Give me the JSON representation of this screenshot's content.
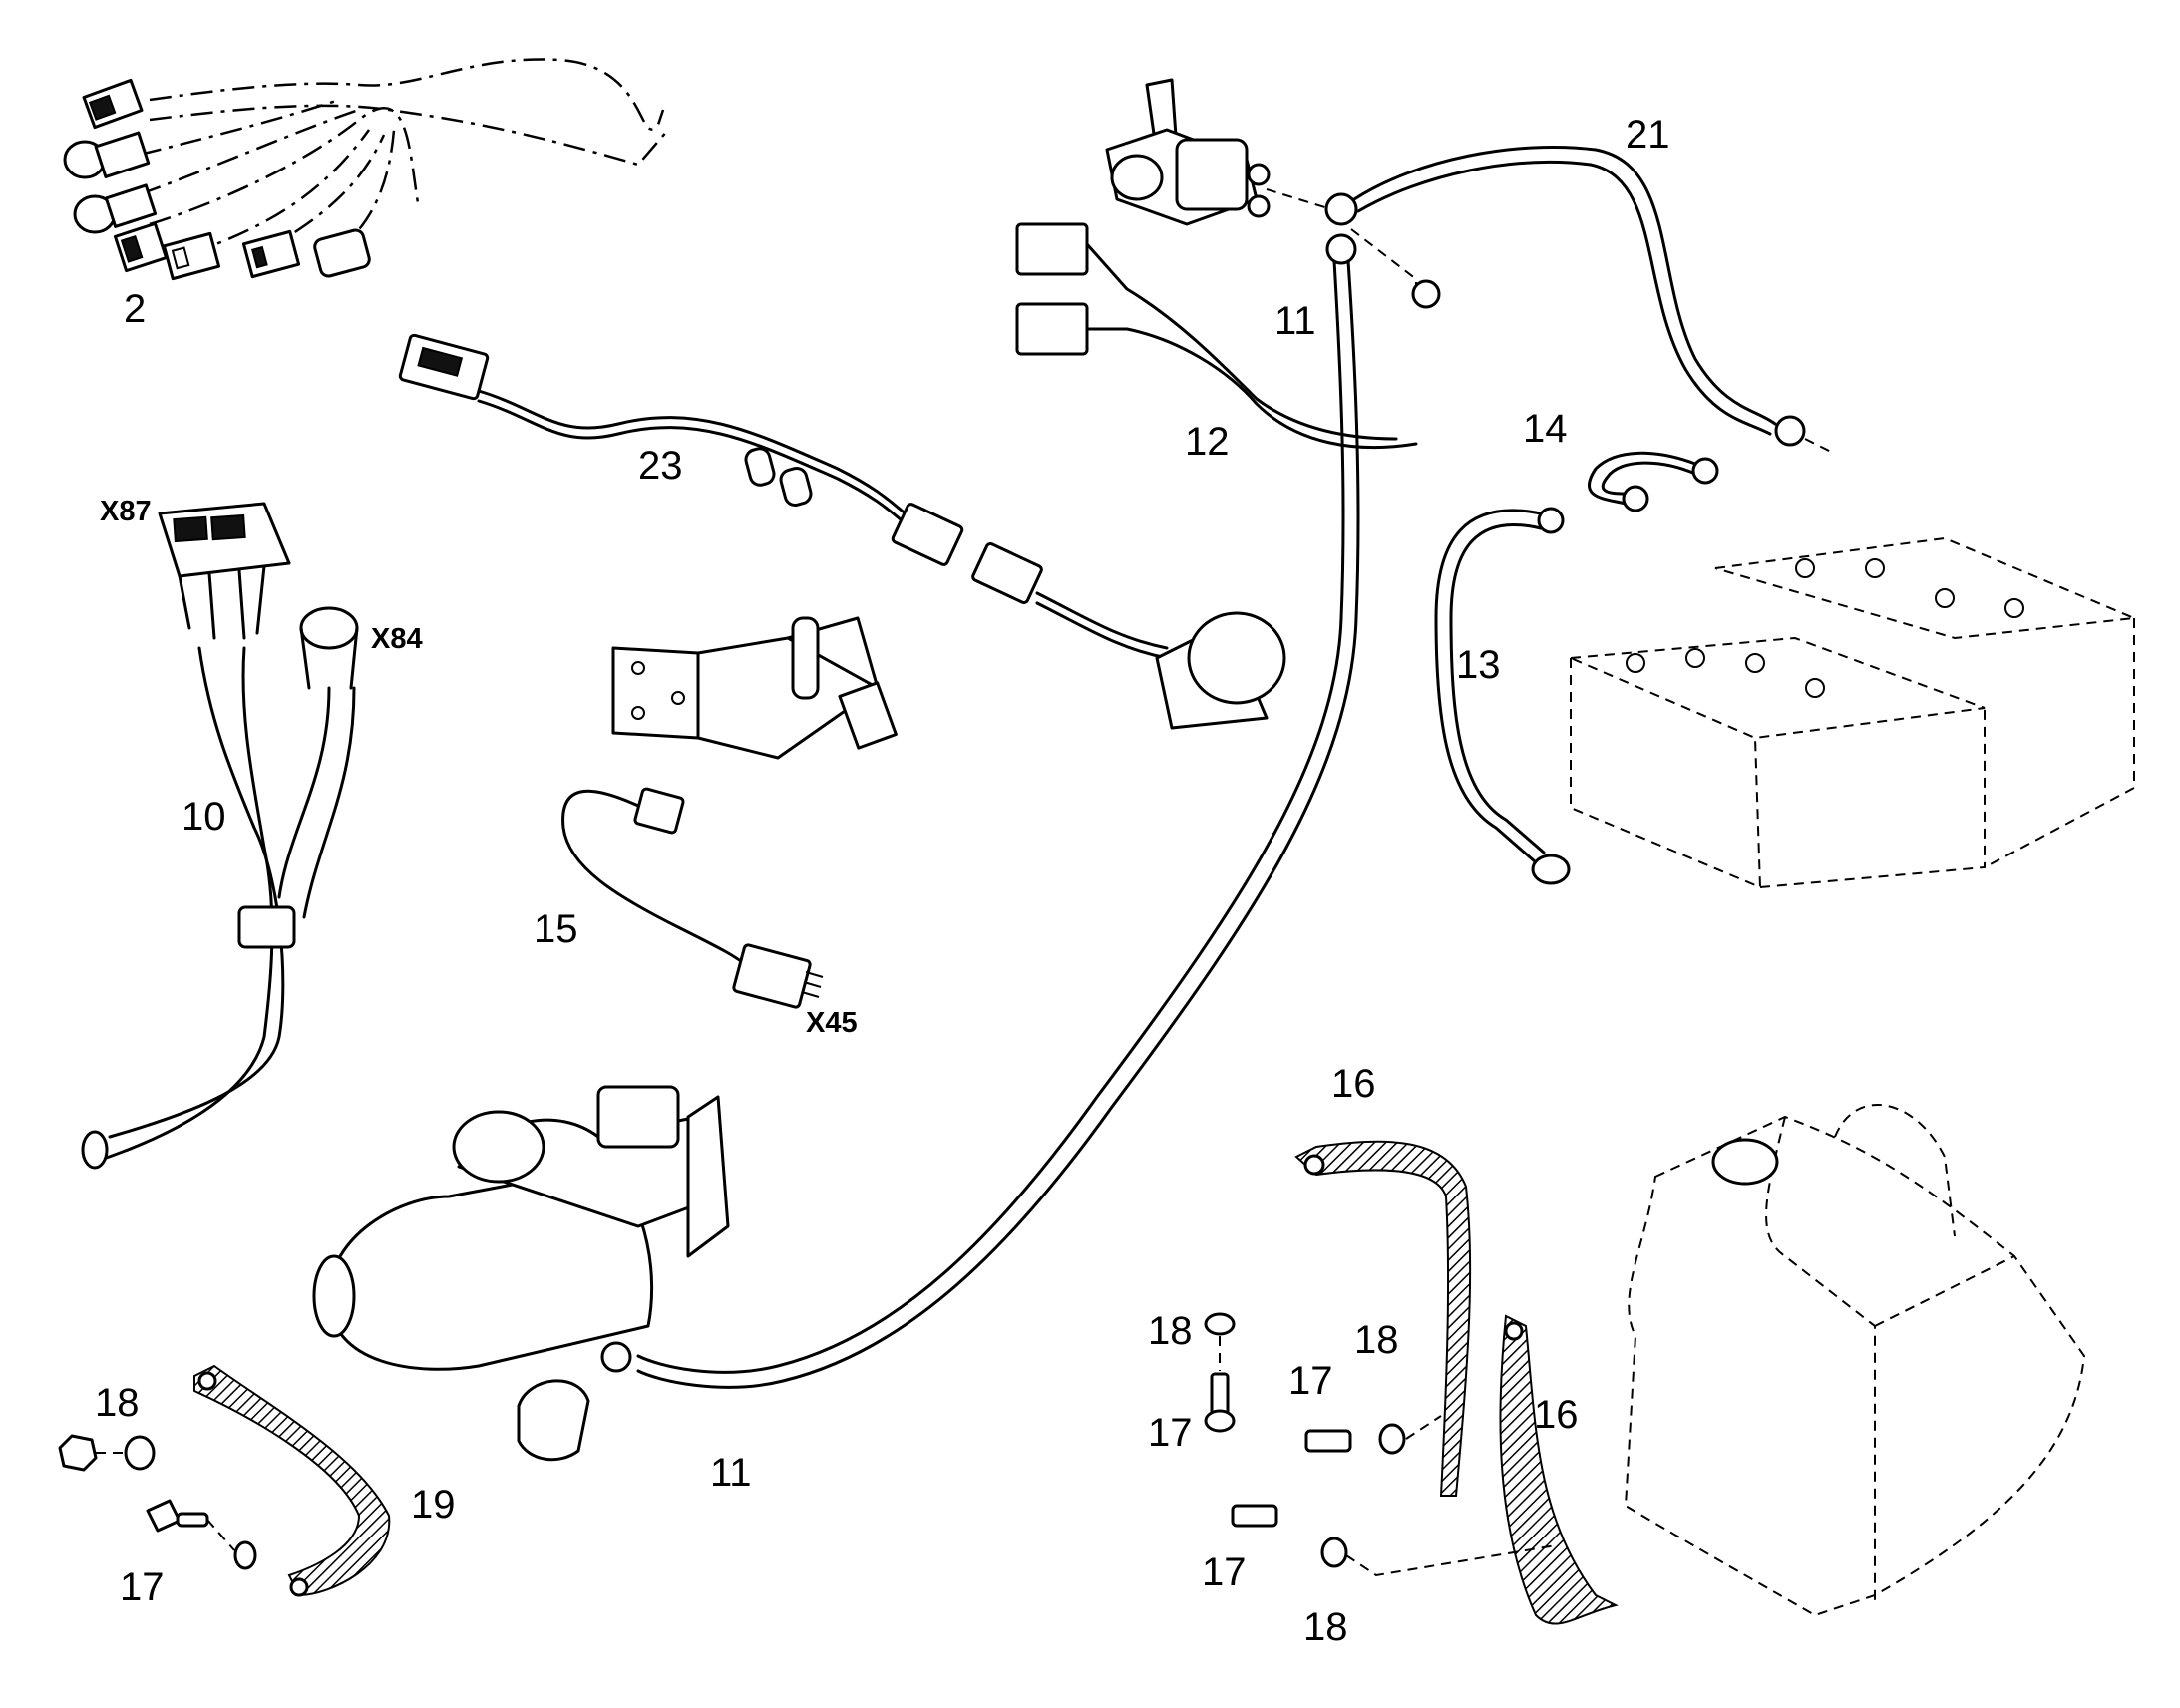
{
  "callouts": {
    "c2": "2",
    "c10": "10",
    "c11a": "11",
    "c11b": "11",
    "c12": "12",
    "c13": "13",
    "c14": "14",
    "c15": "15",
    "c16a": "16",
    "c16b": "16",
    "c17a": "17",
    "c17b": "17",
    "c17c": "17",
    "c17d": "17",
    "c18a": "18",
    "c18b": "18",
    "c18c": "18",
    "c18d": "18",
    "c19": "19",
    "c21": "21",
    "c23": "23"
  },
  "connectors": {
    "x87": "X87",
    "x84": "X84",
    "x45": "X45"
  }
}
